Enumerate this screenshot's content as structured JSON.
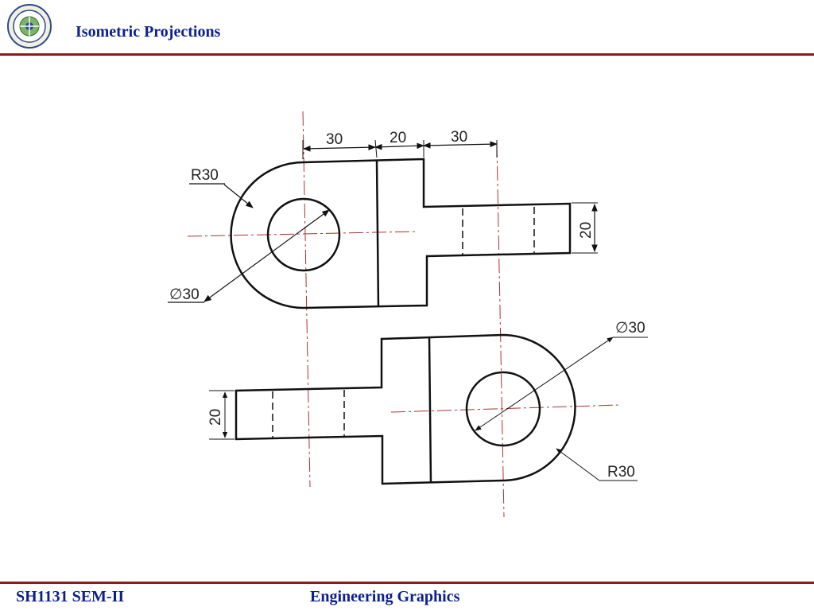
{
  "header": {
    "title": "Isometric Projections"
  },
  "footer": {
    "course": "SH1131 SEM-II",
    "subject": "Engineering Graphics"
  },
  "drawing": {
    "top_view": {
      "dim_30_left": "30",
      "dim_20_mid": "20",
      "dim_30_right": "30",
      "radius": "R30",
      "diameter": "∅30",
      "height": "20"
    },
    "bottom_view": {
      "diameter": "∅30",
      "radius": "R30",
      "height": "20"
    }
  },
  "colors": {
    "title": "#0b1f8f",
    "rule": "#8b1a1a",
    "line": "#111111",
    "center_line": "#b03030"
  }
}
